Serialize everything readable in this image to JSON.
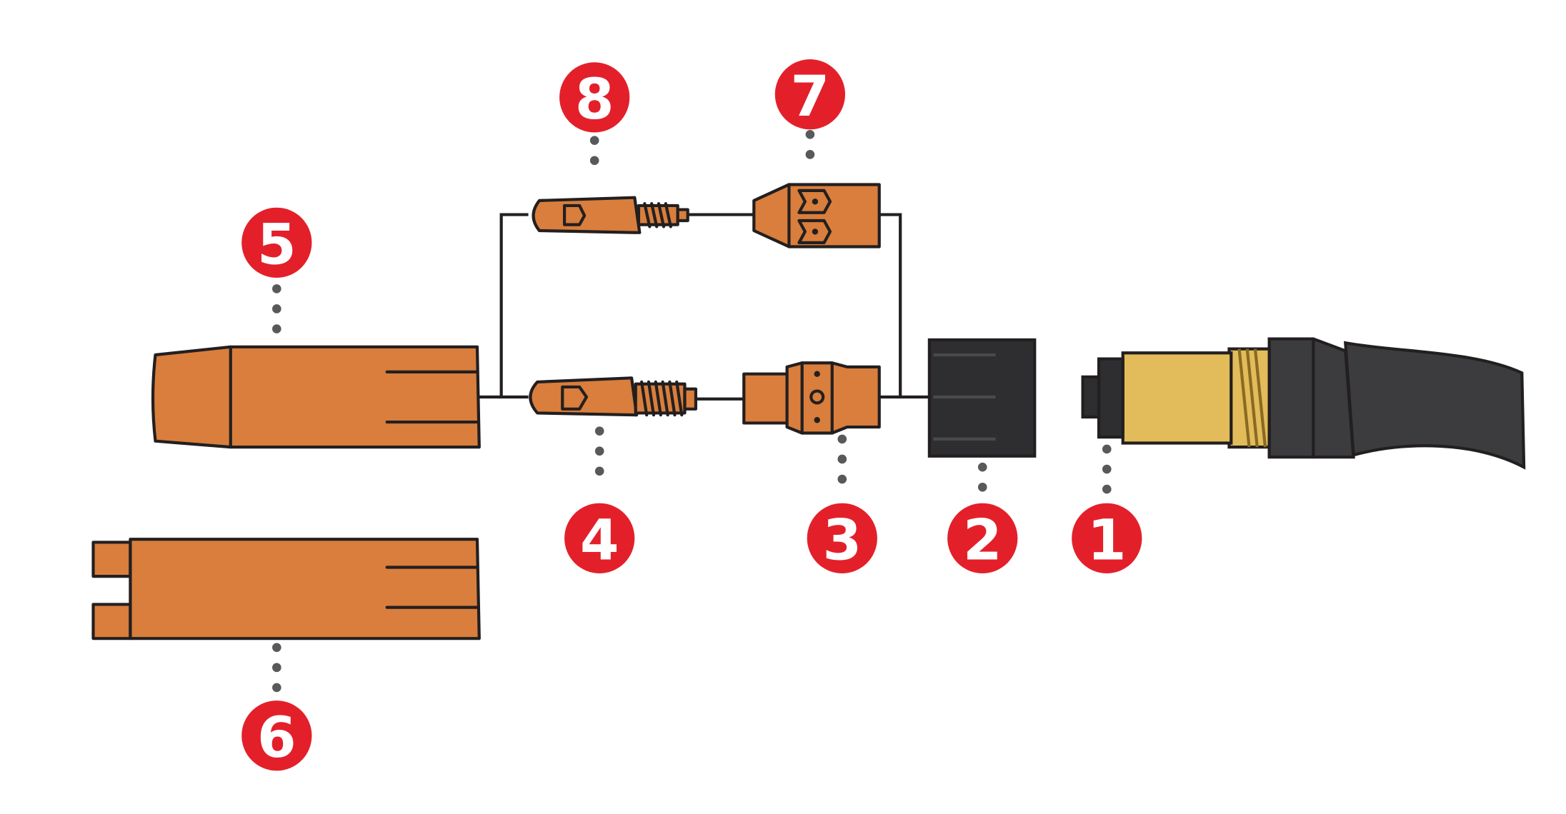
{
  "colors": {
    "copper": "#D97E3C",
    "outline": "#231F20",
    "badge": "#E3202A",
    "dots": "#58595B",
    "nozzle_dark": "#2E2E30",
    "brass": "#E2BC5A",
    "cable": "#3C3C3E"
  },
  "parts": [
    {
      "label": "1",
      "icon": "gun-neck-connector"
    },
    {
      "label": "2",
      "icon": "insulator-sleeve"
    },
    {
      "label": "3",
      "icon": "gas-diffuser"
    },
    {
      "label": "4",
      "icon": "contact-tip-long"
    },
    {
      "label": "5",
      "icon": "conical-nozzle"
    },
    {
      "label": "6",
      "icon": "spot-welding-nozzle"
    },
    {
      "label": "7",
      "icon": "diffuser-alternate"
    },
    {
      "label": "8",
      "icon": "contact-tip-short"
    }
  ]
}
